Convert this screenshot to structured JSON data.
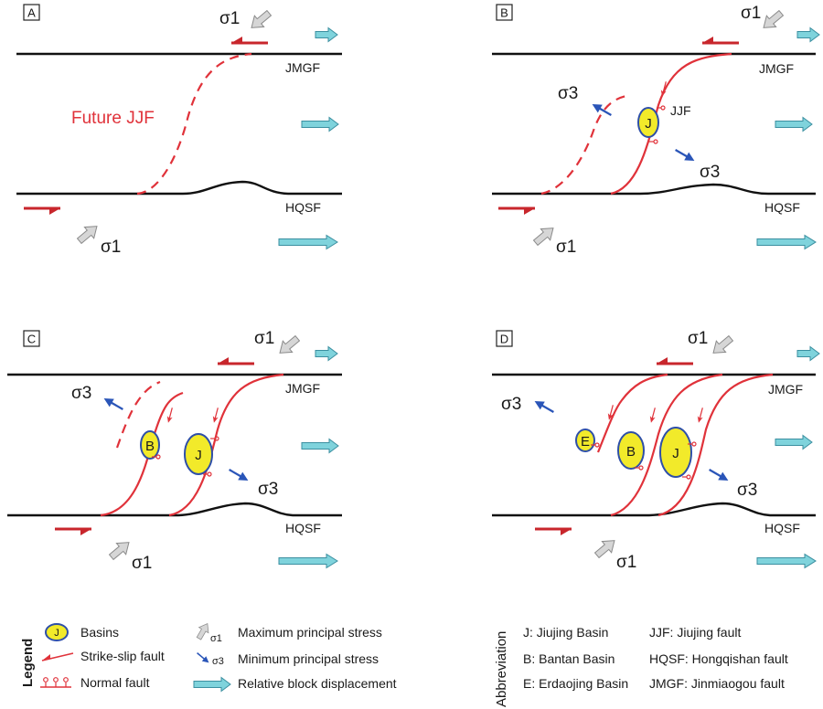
{
  "panels": [
    {
      "id": "A",
      "sigma1_top": "σ1",
      "sigma1_bottom": "σ1",
      "fault_top": "JMGF",
      "fault_bottom": "HQSF",
      "future_label": "Future JJF"
    },
    {
      "id": "B",
      "sigma1_top": "σ1",
      "sigma1_bottom": "σ1",
      "sigma3_left": "σ3",
      "sigma3_right": "σ3",
      "fault_top": "JMGF",
      "fault_bottom": "HQSF",
      "jjf_label": "JJF",
      "basins": [
        "J"
      ]
    },
    {
      "id": "C",
      "sigma1_top": "σ1",
      "sigma1_bottom": "σ1",
      "sigma3_left": "σ3",
      "sigma3_right": "σ3",
      "fault_top": "JMGF",
      "fault_bottom": "HQSF",
      "basins": [
        "B",
        "J"
      ]
    },
    {
      "id": "D",
      "sigma1_top": "σ1",
      "sigma1_bottom": "σ1",
      "sigma3_left": "σ3",
      "sigma3_right": "σ3",
      "fault_top": "JMGF",
      "fault_bottom": "HQSF",
      "basins": [
        "E",
        "B",
        "J"
      ]
    }
  ],
  "legend": {
    "title": "Legend",
    "basin_symbol": "J",
    "basins": "Basins",
    "strike_slip": "Strike-slip fault",
    "normal_fault": "Normal fault",
    "max_stress_symbol": "σ1",
    "max_stress": "Maximum principal stress",
    "min_stress_symbol": "σ3",
    "min_stress": "Minimum principal stress",
    "displacement": "Relative block displacement"
  },
  "abbreviation": {
    "title": "Abbreviation",
    "items": [
      "J: Jiujing Basin",
      "JJF: Jiujing fault",
      "B: Bantan Basin",
      "HQSF: Hongqishan fault",
      "E: Erdaojing Basin",
      "JMGF: Jinmiaogou fault"
    ]
  },
  "colors": {
    "fault_red": "#e0323a",
    "arrow_red": "#c8262c",
    "basin_fill": "#f2ea2a",
    "basin_stroke": "#2e4fa8",
    "sigma3_blue": "#2a55b8",
    "displacement_cyan": "#7fd3dc",
    "sigma1_gray": "#cfcfcf"
  }
}
